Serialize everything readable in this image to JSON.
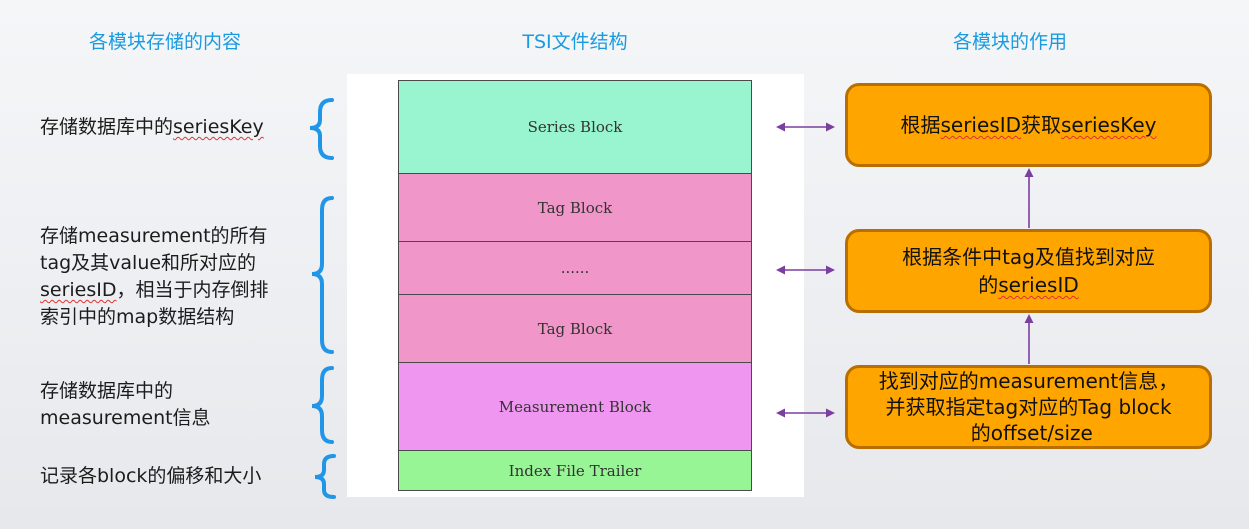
{
  "headings": {
    "left": "各模块存储的内容",
    "center": "TSI文件结构",
    "right": "各模块的作用"
  },
  "left_notes": [
    {
      "pre": "存储数据库中的",
      "key": "seriesKey",
      "post": ""
    },
    {
      "line1": "存储measurement的所有",
      "line2": "tag及其value和所对应的",
      "line3_key": "seriesID",
      "line3_rest": "，相当于内存倒排",
      "line4": "索引中的map数据结构"
    },
    {
      "line1": "存储数据库中的",
      "line2": "measurement信息"
    },
    {
      "text": "记录各block的偏移和大小"
    }
  ],
  "blocks": [
    {
      "label": "Series Block",
      "color": "#98f5cf"
    },
    {
      "label": "Tag Block",
      "color": "#f096c8"
    },
    {
      "label": "......",
      "color": "#f096c8"
    },
    {
      "label": "Tag Block",
      "color": "#f096c8"
    },
    {
      "label": "Measurement Block",
      "color": "#ee96f0"
    },
    {
      "label": "Index File Trailer",
      "color": "#98f595"
    }
  ],
  "functions": [
    {
      "pre": "根据",
      "key1": "seriesID",
      "mid": "获取",
      "key2": "seriesKey"
    },
    {
      "line1": "根据条件中tag及值找到对应",
      "line2_pre": "的",
      "line2_key": "seriesID"
    },
    {
      "line1": "找到对应的measurement信息，",
      "line2": "并获取指定tag对应的Tag block",
      "line3": "的offset/size"
    }
  ],
  "colors": {
    "heading": "#1a9be0",
    "brace": "#2196e8",
    "arrow": "#7b3fa0",
    "function_box": "#ffa500",
    "function_border": "#b86e00"
  }
}
